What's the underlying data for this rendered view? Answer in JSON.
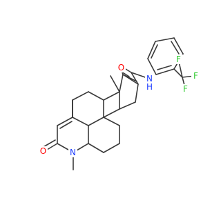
{
  "molecule": {
    "labels": {
      "o_amide": "O",
      "nh_amide": "N",
      "h_amide": "H",
      "f_top": "F",
      "f_right": "F",
      "f_bottom": "F",
      "o_lactam": "O",
      "n_lactam": "N"
    },
    "colors": {
      "bond": "#3a3a3a",
      "oxygen": "#ff0000",
      "nitrogen": "#1f3fff",
      "fluorine": "#33cc33"
    }
  }
}
